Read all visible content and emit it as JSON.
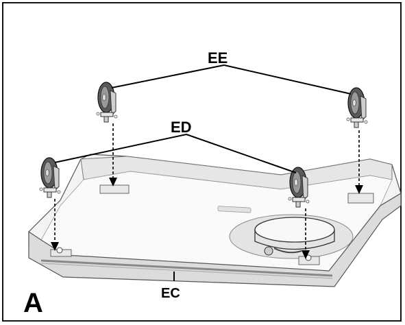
{
  "labels": {
    "ee": "EE",
    "ed": "ED",
    "ec": "EC",
    "figure": "A"
  },
  "icons": [
    "caster-wheel-icon",
    "base-tray-icon",
    "arrow-down-icon"
  ],
  "colors": {
    "line": "#000000",
    "tray_fill": "#f2f2f2",
    "tray_shade": "#d6d6d6",
    "wheel_dark": "#444444",
    "wheel_light": "#bdbdbd"
  }
}
